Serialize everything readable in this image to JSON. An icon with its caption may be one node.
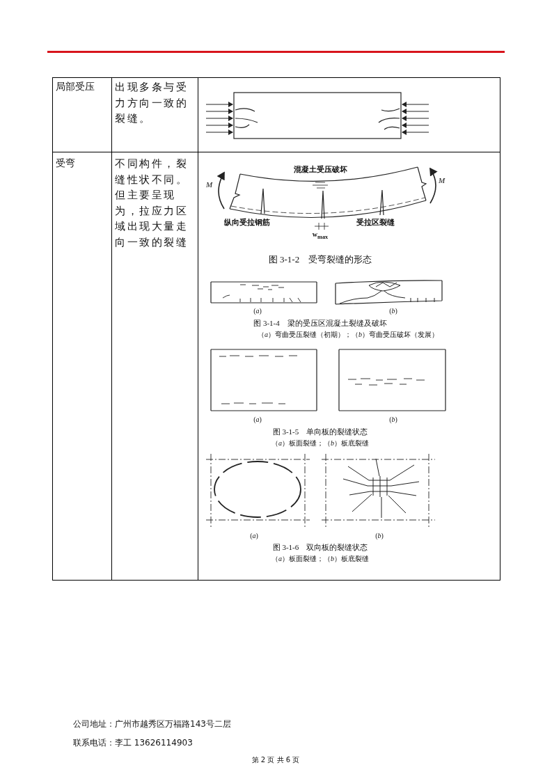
{
  "diagram": {
    "labels": [
      "局部受压",
      "出现多条与受力方向一致的裂缝。",
      "受弯",
      "不同构件，裂缝性状不同。但主要呈现为，拉应力区域出现大量走向一致的裂缝",
      "混凝土受压破坏",
      "M",
      "M",
      "纵向受拉钢筋",
      "w$_{max}$",
      "受拉区裂缝",
      "图 3-1-2　受弯裂缝的形态",
      "(*a*)",
      "(*b*)",
      "图 3-1-4　梁的受压区混凝土裂缝及破坏",
      "（*a*）弯曲受压裂缝（初期）；（*b*）弯曲受压破坏（发展）",
      "(*a*)",
      "(*b*)",
      "图 3-1-5　单向板的裂缝状态",
      "（*a*）板面裂缝；（*b*）板底裂缝",
      "(*a*)",
      "(*b*)",
      "图 3-1-6　双向板的裂缝状态",
      "（*a*）板面裂缝；（*b*）板底裂缝",
      "公司地址：广州市越秀区万福路143号二层",
      "联系电话：李工 13626114903",
      "第 2 页 共 6 页"
    ]
  }
}
